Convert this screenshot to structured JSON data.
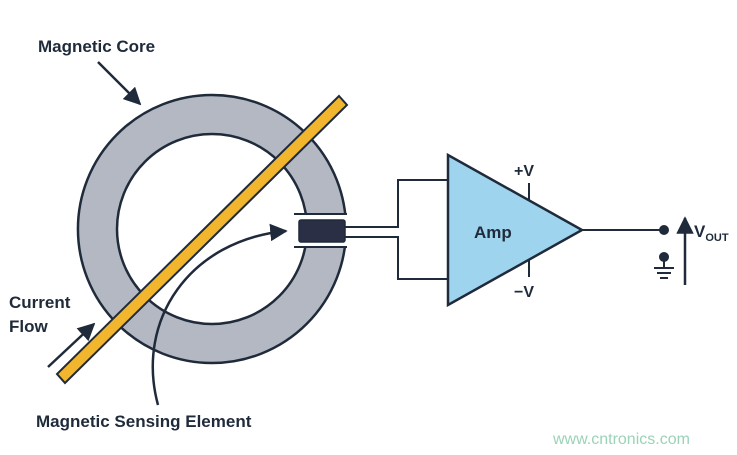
{
  "labels": {
    "magnetic_core": "Magnetic Core",
    "current_flow_line1": "Current",
    "current_flow_line2": "Flow",
    "sensing_element": "Magnetic Sensing Element",
    "amp": "Amp",
    "plus_v": "+V",
    "minus_v": "−V",
    "vout_main": "V",
    "vout_sub": "OUT"
  },
  "watermark": "www.cntronics.com",
  "colors": {
    "core": "#b4b8c2",
    "conductor": "#f2b62e",
    "sensor": "#2a2f45",
    "amp_fill": "#9fd4ef",
    "line": "#1f2a3a",
    "watermark": "#9ad3b8"
  }
}
